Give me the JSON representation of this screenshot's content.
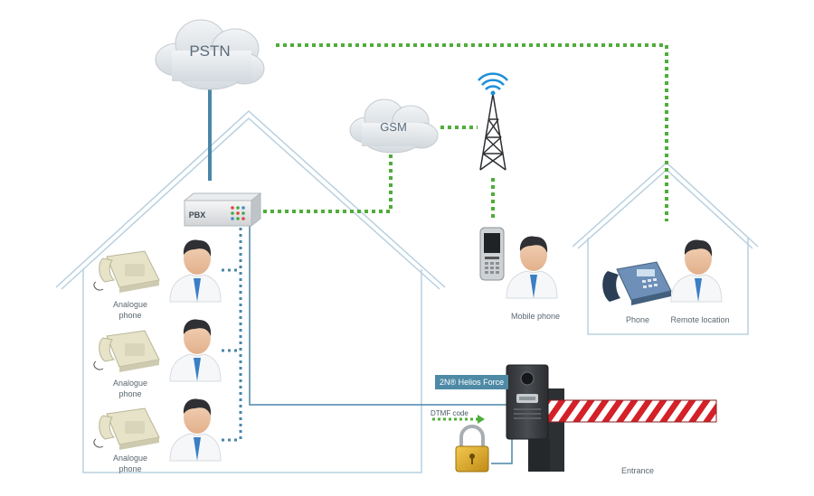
{
  "nodes": {
    "pstn": "PSTN",
    "gsm": "GSM",
    "pbx": "PBX",
    "analogue1": [
      "Analogue",
      "phone"
    ],
    "analogue2": [
      "Analogue",
      "phone"
    ],
    "analogue3": [
      "Analogue",
      "phone"
    ],
    "mobile_phone": "Mobile phone",
    "phone": "Phone",
    "remote_location": "Remote location",
    "helios_force": "2N® Helios Force",
    "dtmf_code": "DTMF code",
    "entrance": "Entrance"
  },
  "colors": {
    "wired": "#4a86a8",
    "gsm_link": "#4fad3a",
    "house_outline": "#b8d0e0",
    "cloud": "#e4e8eb",
    "barrier_red": "#d42028"
  },
  "icons": [
    "cloud-icon",
    "antenna-tower-icon",
    "pbx-box-icon",
    "analogue-phone-icon",
    "person-icon",
    "mobile-phone-icon",
    "desk-phone-icon",
    "intercom-icon",
    "padlock-icon",
    "barrier-gate-icon"
  ]
}
